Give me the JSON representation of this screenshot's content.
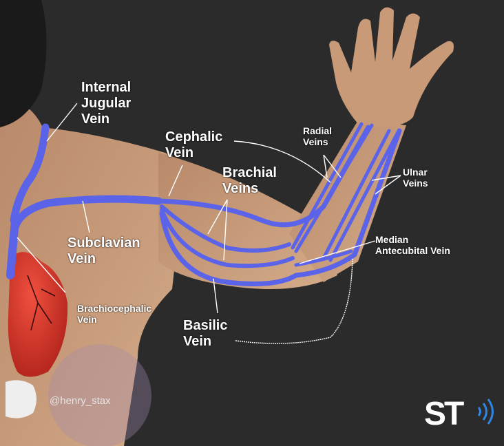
{
  "labels": {
    "internal_jugular": "Internal\nJugular\nVein",
    "cephalic": "Cephalic\nVein",
    "brachial": "Brachial\nVeins",
    "radial": "Radial\nVeins",
    "ulnar": "Ulnar\nVeins",
    "subclavian": "Subclavian\nVein",
    "median_antecubital": "Median\nAntecubital Vein",
    "brachiocephalic": "Brachiocephalic\nVein",
    "basilic": "Basilic\nVein"
  },
  "watermark": {
    "handle": "@henry_stax",
    "logo": "ST"
  },
  "colors": {
    "background": "#2b2b2b",
    "vein": "#5b63e8",
    "skin": "#c79d7a",
    "heart": "#d8342a"
  },
  "icons": [
    "wifi-signal-icon",
    "quotation-mark-icon"
  ]
}
